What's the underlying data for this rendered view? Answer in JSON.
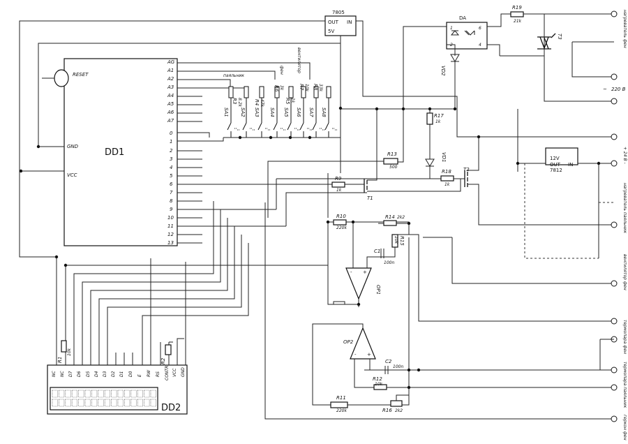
{
  "mcu": {
    "name": "DD1",
    "pins_left": [
      "RESET",
      "GND",
      "VCC"
    ],
    "pins_right": [
      "AG",
      "A1",
      "A2",
      "A3",
      "A4",
      "A5",
      "A6",
      "A7",
      "0",
      "1",
      "2",
      "3",
      "4",
      "5",
      "6",
      "7",
      "8",
      "9",
      "10",
      "11",
      "12",
      "13"
    ]
  },
  "lcd": {
    "name": "DD2",
    "pins": [
      "NC",
      "NC",
      "D7",
      "D6",
      "D5",
      "D4",
      "D3",
      "D2",
      "D1",
      "D0",
      "E",
      "RW",
      "RS",
      "CONTR",
      "VCC",
      "GND"
    ]
  },
  "regulators": {
    "u5v": {
      "name": "7805",
      "out": "OUT",
      "in": "IN",
      "v": "5V"
    },
    "u12v": {
      "name": "7812",
      "v": "12V",
      "out": "OUT",
      "in": "IN"
    }
  },
  "optocoupler": {
    "name": "DA",
    "pins": [
      "1",
      "2",
      "6",
      "4"
    ]
  },
  "resistors": {
    "r1": "R1",
    "r1v": "10k",
    "r3": "R3",
    "r3v": "8.2k",
    "r4": "R4",
    "r4v": "47k",
    "r6": "R6",
    "r6v": "3k",
    "r5": "R5",
    "r5v": "1k",
    "r7": "R7",
    "r7v": "10k",
    "r8": "R8",
    "r8v": "33k",
    "r9": "R9",
    "r9v": "1k",
    "r10": "R10",
    "r10v": "220k",
    "r11": "R11",
    "r11v": "220k",
    "r12": "R12",
    "r12v": "10k",
    "r13": "R13",
    "r13v": "500",
    "r14": "R14",
    "r14v": "2k2",
    "r15": "R15",
    "r15v": "10k",
    "r16": "R16",
    "r16v": "2k2",
    "r17": "R17",
    "r17v": "1k",
    "r18": "R18",
    "r18v": "1k",
    "r19": "R19",
    "r19v": "21k",
    "r2": "R2"
  },
  "capacitors": {
    "c1": "C1",
    "c1v": "100n",
    "c2": "C2",
    "c2v": "100n"
  },
  "transistors": {
    "t1": "T1",
    "t2": "T2",
    "t3": "T3"
  },
  "opamps": {
    "op1": "OP1",
    "op2": "OP2"
  },
  "leds": {
    "vd1": "VD1",
    "vd2": "VD2"
  },
  "switches": [
    "SA1",
    "SA2",
    "SA3",
    "SA4",
    "SA5",
    "SA6",
    "SA7",
    "SA8"
  ],
  "group_labels": {
    "solder": "паяльник",
    "fan": "фен",
    "vent": "вентилятор"
  },
  "connectors": {
    "c1": "нагреватель фен",
    "c2": "220 В",
    "c3": "+ 24 В -",
    "c4": "нагреватель паяльник",
    "c5": "вентилятор фен",
    "c6": "термопара фен",
    "c7": "термопара паяльник",
    "c8": "геркон фен",
    "tilde": "~"
  }
}
